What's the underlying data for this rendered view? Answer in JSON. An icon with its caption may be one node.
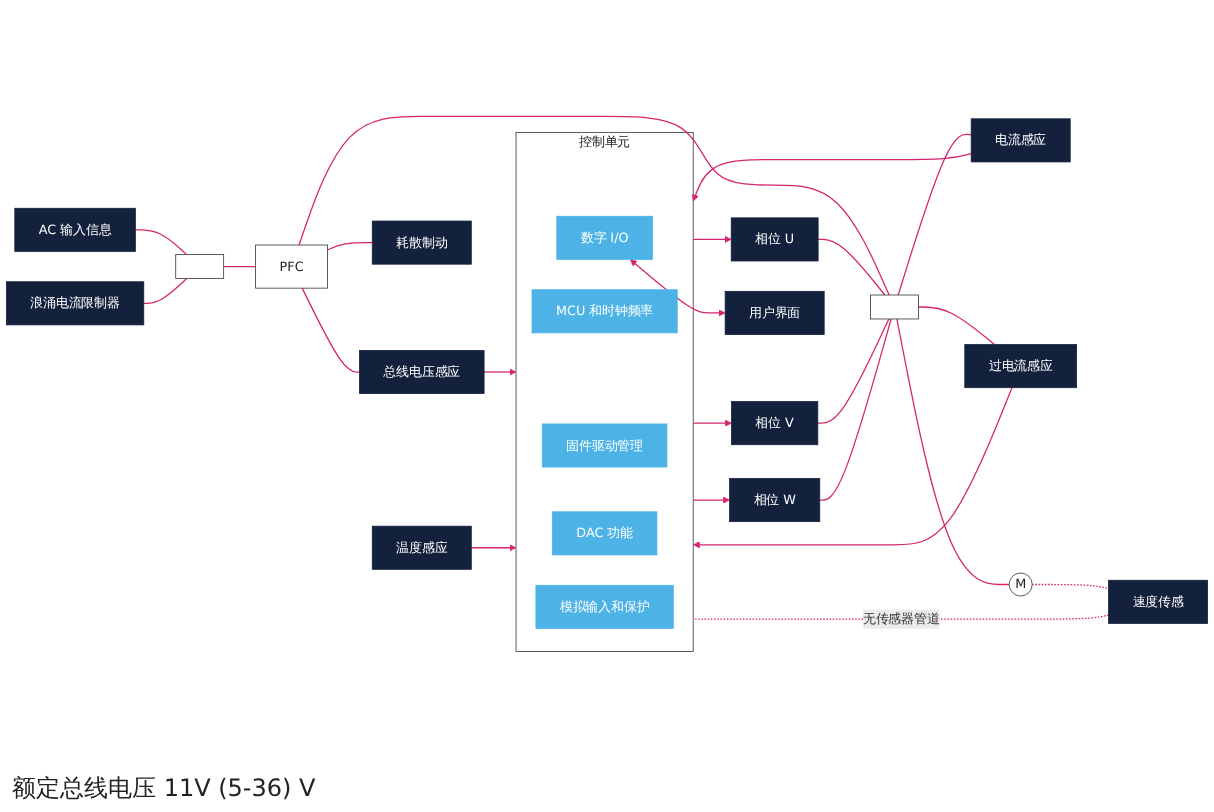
{
  "diagram": {
    "nodes": [
      {
        "text": [
          "AC 输入信息"
        ]
      },
      {
        "text": [
          "浪涌电流限制器"
        ]
      },
      {
        "text": [],
        "shape": "box"
      },
      {
        "text": [
          "PFC"
        ]
      },
      {
        "text": [],
        "shape": "box"
      },
      {
        "text": [
          "总线电压感应"
        ]
      },
      {
        "text": [
          "耗散制动"
        ]
      },
      {
        "text": [
          "温度感应"
        ]
      },
      {
        "text": [
          "相位 U"
        ]
      },
      {
        "text": [
          "相位 V"
        ]
      },
      {
        "text": [
          "相位 W"
        ]
      },
      {
        "text": [
          "控制单元"
        ]
      },
      {
        "text": [
          "固件驱动管理"
        ],
        "in": 11
      },
      {
        "text": [
          "MCU 和时钟频率"
        ],
        "in": 11
      },
      {
        "text": [
          "数字 I/O"
        ],
        "in": 11
      },
      {
        "text": [
          "DAC 功能"
        ],
        "in": 11
      },
      {
        "text": [
          "模拟输入和保护"
        ],
        "in": 11
      },
      {
        "text": [
          "用户界面"
        ]
      },
      {
        "text": [
          "电流感应"
        ]
      },
      {
        "text": [
          "过电流感应"
        ]
      },
      {
        "text": [
          "速度传感"
        ]
      },
      {
        "text": [
          "M"
        ]
      }
    ],
    "edges": [
      {
        "from": 0,
        "to": 2,
        "arrow": "none"
      },
      {
        "from": 1,
        "to": 2,
        "arrow": "none"
      },
      {
        "from": 2,
        "to": 3,
        "arrow": "none"
      },
      {
        "from": 3,
        "to": 5,
        "arrow": "none"
      },
      {
        "from": 3,
        "to": 6,
        "arrow": "none"
      },
      {
        "from": 3,
        "to": 4,
        "arrow": "none"
      },
      {
        "from": 11,
        "to": 8,
        "arrow": "to"
      },
      {
        "from": 11,
        "to": 9,
        "arrow": "to"
      },
      {
        "from": 11,
        "to": 10,
        "arrow": "to"
      },
      {
        "from": 8,
        "to": 4,
        "arrow": "none"
      },
      {
        "from": 9,
        "to": 4,
        "arrow": "none"
      },
      {
        "from": 10,
        "to": 4,
        "arrow": "none"
      },
      {
        "from": 4,
        "to": 21,
        "arrow": "none"
      },
      {
        "from": 4,
        "to": 18,
        "arrow": "none"
      },
      {
        "from": 4,
        "to": 19,
        "arrow": "none"
      },
      {
        "from": 5,
        "to": 11,
        "arrow": "to"
      },
      {
        "from": 7,
        "to": 11,
        "arrow": "to"
      },
      {
        "from": 18,
        "to": 11,
        "arrow": "to"
      },
      {
        "from": 19,
        "to": 11,
        "arrow": "to"
      },
      {
        "from": 14,
        "to": 17,
        "arrow": "both"
      },
      {
        "from": 21,
        "to": 20,
        "arrow": "none",
        "style": "dashed"
      },
      {
        "from": 20,
        "to": 11,
        "arrow": "none",
        "style": "dashed",
        "label": "无传感器管道"
      }
    ],
    "labels": [
      "额定总线电压 11V (5-36) V"
    ]
  }
}
